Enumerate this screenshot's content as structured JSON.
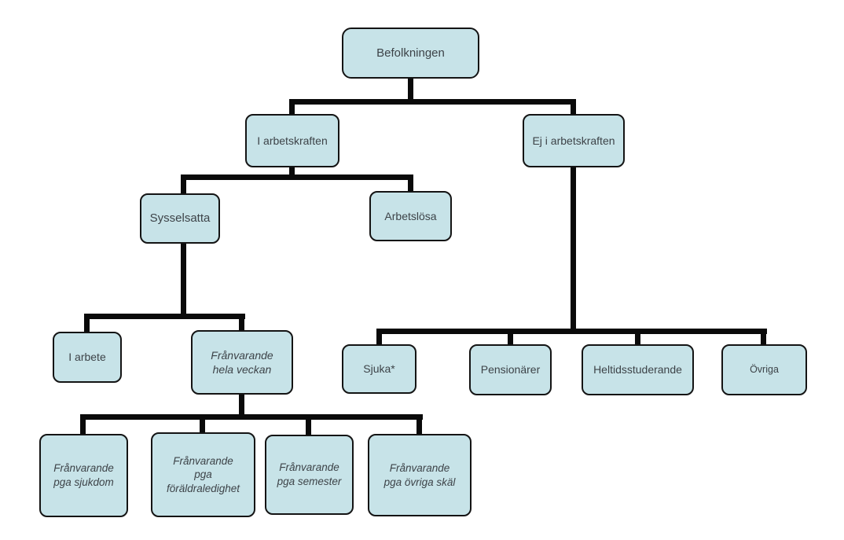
{
  "diagram": {
    "type": "flowchart-tree",
    "language": "sv",
    "colors": {
      "background": "#ffffff",
      "node_fill": "#c7e3e8",
      "node_border": "#141414",
      "connector": "#0a0a0a",
      "text": "#3d4348"
    },
    "nodes": {
      "befolkningen": {
        "label": "Befolkningen"
      },
      "i_arbetskraften": {
        "label": "I arbetskraften"
      },
      "ej_i_arbetskraften": {
        "label": "Ej i arbetskraften"
      },
      "sysselsatta": {
        "label": "Sysselsatta"
      },
      "arbetslosa": {
        "label": "Arbetslösa"
      },
      "i_arbete": {
        "label": "I arbete"
      },
      "franvarande_hela_veckan": {
        "label": "Frånvarande\nhela veckan"
      },
      "sjuka": {
        "label": "Sjuka*"
      },
      "pensionarer": {
        "label": "Pensionärer"
      },
      "heltidsstuderande": {
        "label": "Heltidsstuderande"
      },
      "ovriga": {
        "label": "Övriga"
      },
      "franvarande_pga_sjukdom": {
        "label": "Frånvarande\npga sjukdom"
      },
      "franvarande_pga_foraldraledighet": {
        "label": "Frånvarande\npga\nföräldraledighet"
      },
      "franvarande_pga_semester": {
        "label": "Frånvarande\npga semester"
      },
      "franvarande_pga_ovriga_skal": {
        "label": "Frånvarande\npga övriga skäl"
      }
    },
    "edges": [
      {
        "from": "befolkningen",
        "to": "i_arbetskraften"
      },
      {
        "from": "befolkningen",
        "to": "ej_i_arbetskraften"
      },
      {
        "from": "i_arbetskraften",
        "to": "sysselsatta"
      },
      {
        "from": "i_arbetskraften",
        "to": "arbetslosa"
      },
      {
        "from": "sysselsatta",
        "to": "i_arbete"
      },
      {
        "from": "sysselsatta",
        "to": "franvarande_hela_veckan"
      },
      {
        "from": "ej_i_arbetskraften",
        "to": "sjuka"
      },
      {
        "from": "ej_i_arbetskraften",
        "to": "pensionarer"
      },
      {
        "from": "ej_i_arbetskraften",
        "to": "heltidsstuderande"
      },
      {
        "from": "ej_i_arbetskraften",
        "to": "ovriga"
      },
      {
        "from": "franvarande_hela_veckan",
        "to": "franvarande_pga_sjukdom"
      },
      {
        "from": "franvarande_hela_veckan",
        "to": "franvarande_pga_foraldraledighet"
      },
      {
        "from": "franvarande_hela_veckan",
        "to": "franvarande_pga_semester"
      },
      {
        "from": "franvarande_hela_veckan",
        "to": "franvarande_pga_ovriga_skal"
      }
    ]
  }
}
